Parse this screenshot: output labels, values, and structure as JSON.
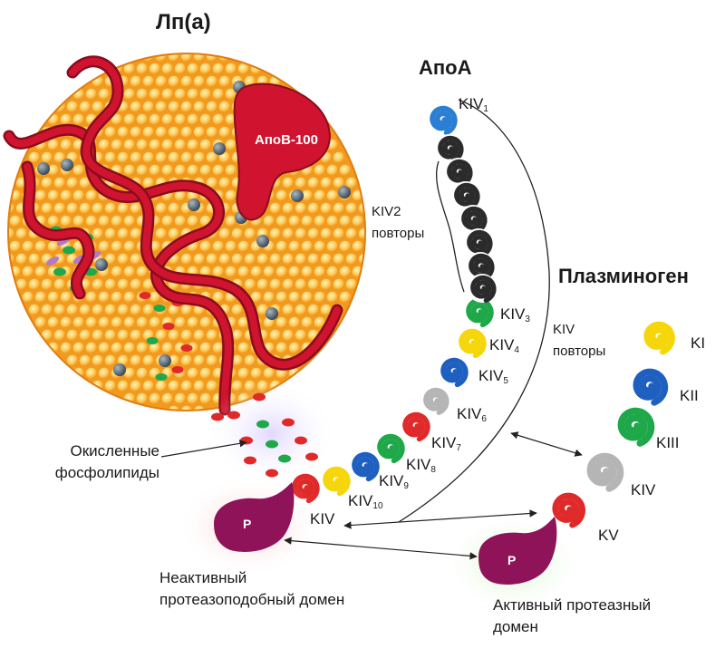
{
  "title": "Лп(а)",
  "apoA": "АпоА",
  "plasminogen": "Плазминоген",
  "apoB": "АпоВ-100",
  "kiv2_repeats": [
    "KIV2",
    "повторы"
  ],
  "kiv_repeats": [
    "KIV",
    "повторы"
  ],
  "apoa_kringles": [
    {
      "base": "KIV",
      "sub": "1",
      "color": "#2a7fd4"
    },
    {
      "base": "KIV",
      "sub": "3",
      "color": "#1fa84a"
    },
    {
      "base": "KIV",
      "sub": "4",
      "color": "#f5d60a"
    },
    {
      "base": "KIV",
      "sub": "5",
      "color": "#1e5fc0"
    },
    {
      "base": "KIV",
      "sub": "6",
      "color": "#b5b5b5"
    },
    {
      "base": "KIV",
      "sub": "7",
      "color": "#e02a2a"
    },
    {
      "base": "KIV",
      "sub": "8",
      "color": "#1fa84a"
    },
    {
      "base": "KIV",
      "sub": "9",
      "color": "#1e5fc0"
    },
    {
      "base": "KIV",
      "sub": "10",
      "color": "#f5d60a"
    },
    {
      "base": "KIV",
      "sub": "",
      "color": "#e02a2a"
    }
  ],
  "plasminogen_kringles": [
    {
      "label": "KI",
      "color": "#f5d60a"
    },
    {
      "label": "KII",
      "color": "#1e5fc0"
    },
    {
      "label": "KIII",
      "color": "#1fa84a"
    },
    {
      "label": "KIV",
      "color": "#b5b5b5"
    },
    {
      "label": "KV",
      "color": "#e02a2a"
    }
  ],
  "kiv2_repeat_color": "#2b2b2b",
  "protease_label": "P",
  "oxidized": [
    "Окисленные",
    "фосфолипиды"
  ],
  "inactive": [
    "Неактивный",
    "протеазоподобный домен"
  ],
  "active": [
    "Активный протеазный",
    "домен"
  ],
  "colors": {
    "particle_bg": "#f29a1f",
    "lipid": "#ffcf66",
    "apob_chain": "#c8102e",
    "protease": "#8e1358",
    "particle_dot": "#4b5a66"
  }
}
